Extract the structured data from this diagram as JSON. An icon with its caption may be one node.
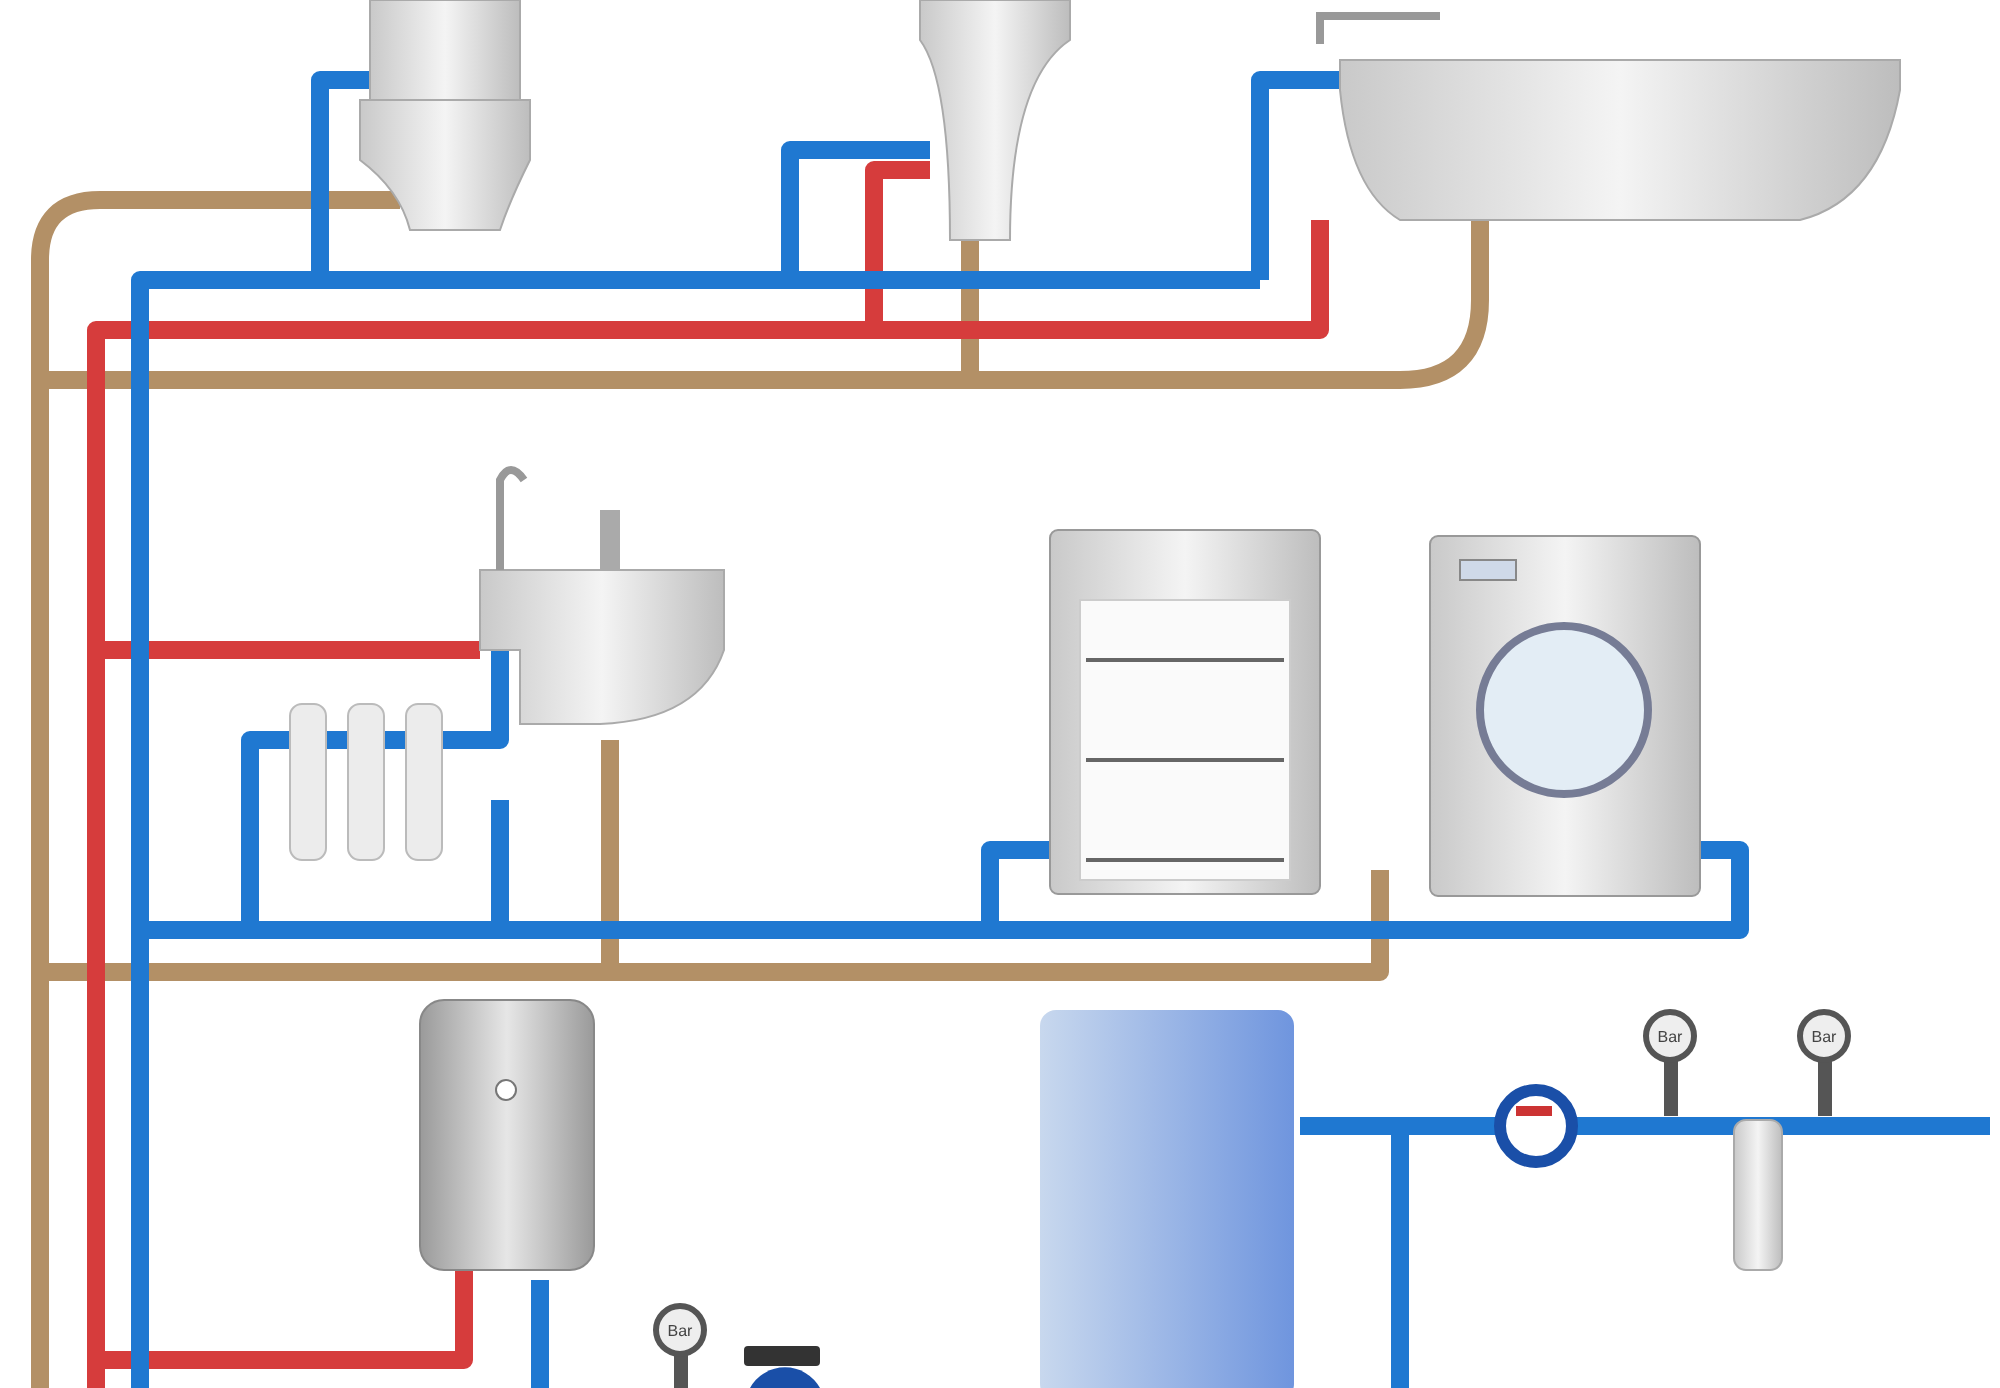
{
  "diagram": {
    "labels": [
      "Bar",
      "Bar",
      "Bar"
    ]
  }
}
